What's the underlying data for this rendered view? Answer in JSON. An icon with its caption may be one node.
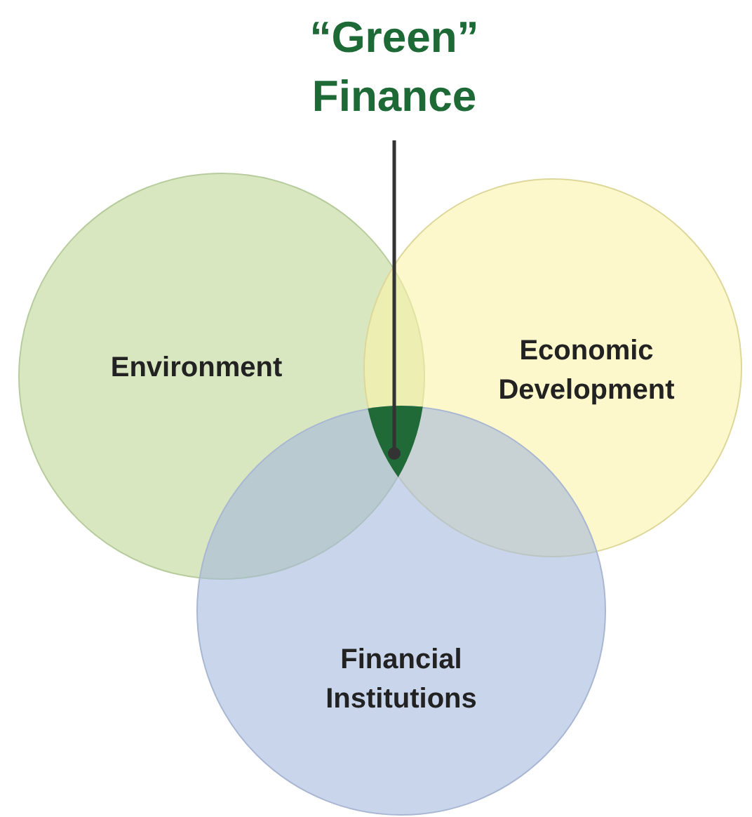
{
  "diagram": {
    "nodes": [
      {
        "text": [
          "“Green” Finance"
        ]
      },
      {
        "text": [
          "Environment"
        ]
      },
      {
        "text": [
          "Economic Development"
        ]
      },
      {
        "text": [
          "Financial Institutions"
        ]
      },
      {
        "text": [],
        "shape": "triangle"
      }
    ],
    "edges": [
      {
        "from": 0,
        "to": 4,
        "arrow": "other"
      }
    ]
  }
}
